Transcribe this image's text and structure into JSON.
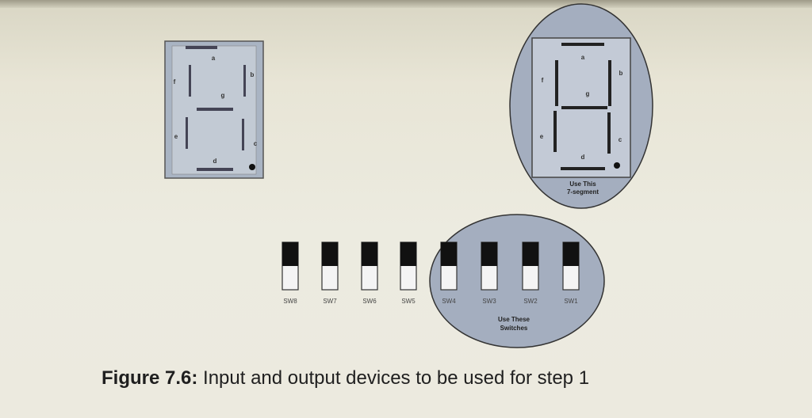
{
  "left_display": {
    "segments": [
      "a",
      "b",
      "c",
      "d",
      "e",
      "f",
      "g"
    ]
  },
  "right_display": {
    "segments": [
      "a",
      "b",
      "c",
      "d",
      "e",
      "f",
      "g"
    ],
    "callout_line1": "Use This",
    "callout_line2": "7-segment"
  },
  "switches": {
    "labels": [
      "SW8",
      "SW7",
      "SW6",
      "SW5",
      "SW4",
      "SW3",
      "SW2",
      "SW1"
    ],
    "callout_line1": "Use These",
    "callout_line2": "Switches"
  },
  "caption": {
    "label": "Figure 7.6:",
    "text": " Input and output devices to be used for step 1"
  }
}
